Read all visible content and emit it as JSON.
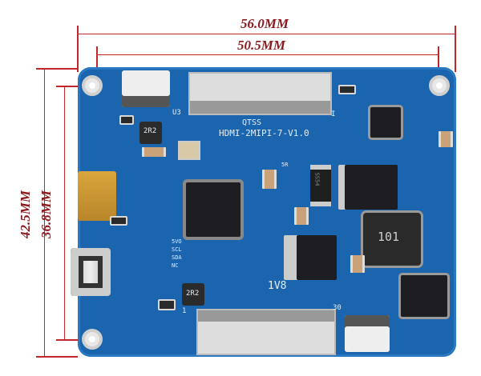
{
  "dimensions": {
    "overall_width": "56.0MM",
    "hole_width": "50.5MM",
    "overall_height": "42.5MM",
    "hole_height": "36.8MM"
  },
  "silkscreen": {
    "brand": "QTSS",
    "model": "HDMI-2MIPI-7-V1.0",
    "inductor_small": "2R2",
    "inductor_small_2": "2R2",
    "inductor_large": "101",
    "voltage": "1V8",
    "diode": "SS54",
    "resistor": "5R",
    "pin_5v": "5VO",
    "pin_scl": "SCL",
    "pin_sda": "SDA",
    "pin_nc": "NC",
    "u3": "U3",
    "pin1": "1",
    "pin30": "30",
    "pinI": "I"
  },
  "colors": {
    "board": "#1b64ae",
    "dimension": "#c0282d"
  }
}
